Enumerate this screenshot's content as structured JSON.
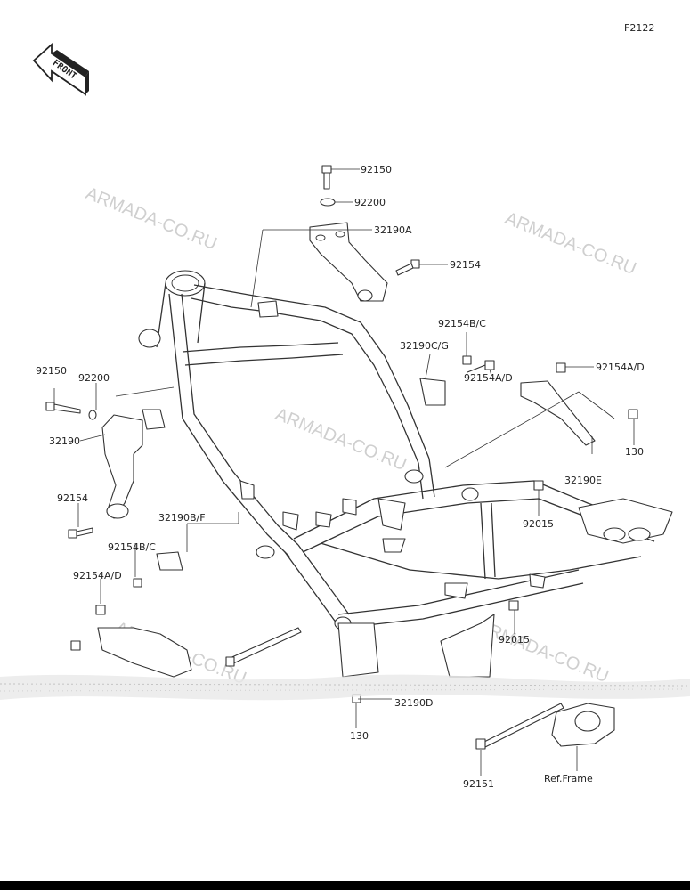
{
  "figure_code": "F2122",
  "front_label": "FRONT",
  "watermark": "ARMADA-CO.RU",
  "labels": {
    "top_bolt": "92150",
    "top_washer": "92200",
    "top_bracket": "32190A",
    "top_right_bolt": "92154",
    "mid_bolt_bc_top": "92154B/C",
    "bracket_cg": "32190C/G",
    "bolt_ad_mid": "92154A/D",
    "bolt_ad_right": "92154A/D",
    "right_nut_130": "130",
    "bracket_e": "32190E",
    "nut_92015_upper": "92015",
    "left_bolt": "92150",
    "left_washer": "92200",
    "left_bracket": "32190",
    "left_lower_bolt": "92154",
    "bracket_bf": "32190B/F",
    "bolt_bc_left": "92154B/C",
    "bolt_ad_left": "92154A/D",
    "nut_92015_lower": "92015",
    "bracket_d": "32190D",
    "bottom_nut_130": "130",
    "long_bolt": "92151",
    "ref_frame": "Ref.Frame"
  }
}
